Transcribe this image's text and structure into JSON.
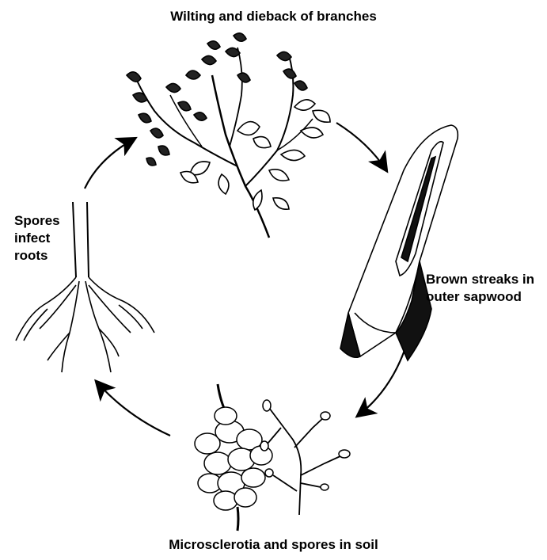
{
  "diagram": {
    "stages": {
      "top": "Wilting and dieback of branches",
      "right": [
        "Brown streaks in",
        "outer sapwood"
      ],
      "bottom": "Microsclerotia and spores in soil",
      "left": [
        "Spores",
        "infect",
        "roots"
      ]
    }
  },
  "colors": {
    "ink": "#000000",
    "background": "#ffffff"
  }
}
